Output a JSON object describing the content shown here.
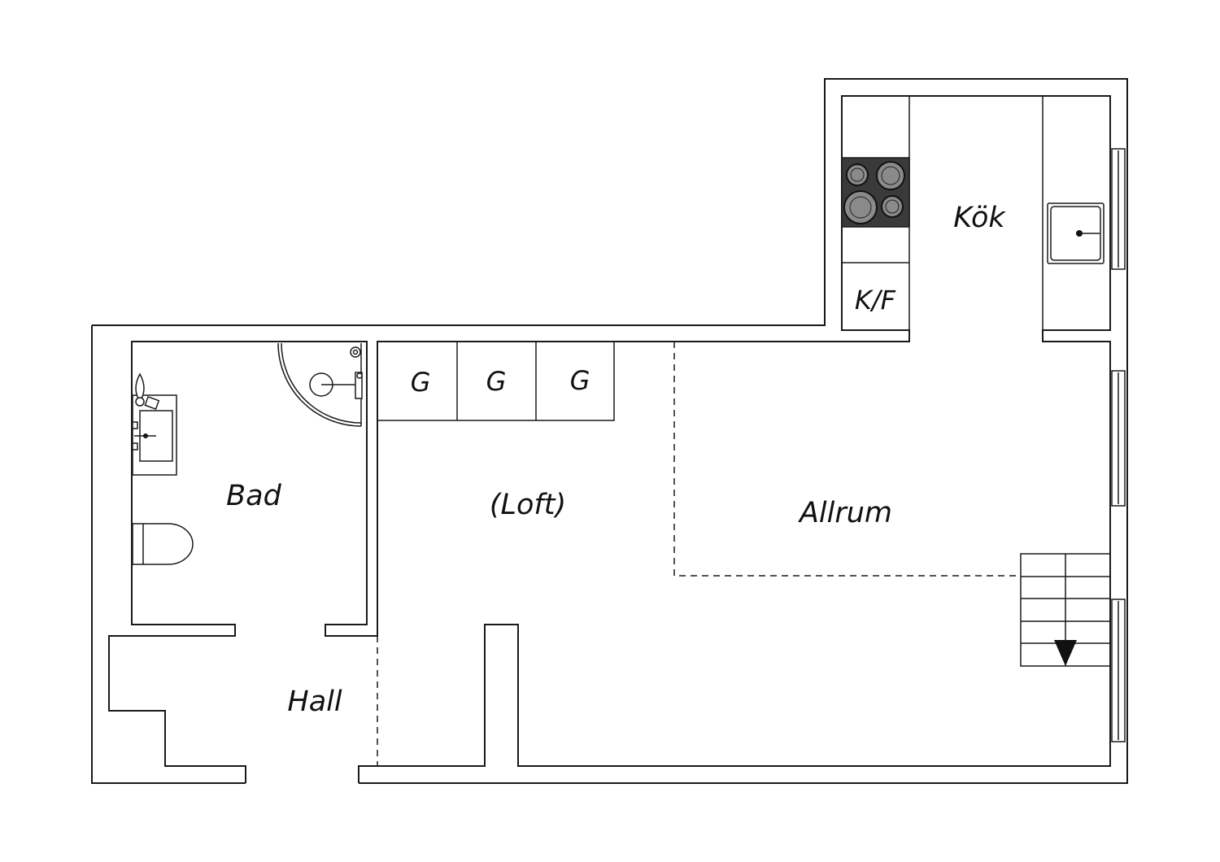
{
  "rooms": {
    "kitchen": "Kök",
    "bath": "Bad",
    "loft": "(Loft)",
    "living": "Allrum",
    "hall": "Hall"
  },
  "fixtures": {
    "fridge_freezer": "K/F",
    "wardrobe": "G"
  },
  "colors": {
    "line": "#1a1a1a",
    "stove_top": "#3a3a3a",
    "burner": "#8a8a8a",
    "background": "#ffffff"
  }
}
